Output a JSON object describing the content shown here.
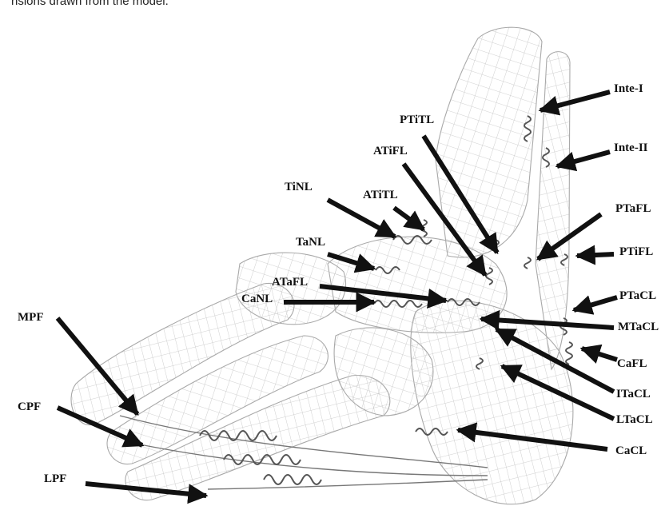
{
  "caption": "nsions drawn from the model.",
  "labels": {
    "inte_i": "Inte-I",
    "inte_ii": "Inte-II",
    "ptitl": "PTiTL",
    "atifl": "ATiFL",
    "tinl": "TiNL",
    "atitl": "ATiTL",
    "tanl": "TaNL",
    "ptafl": "PTaFL",
    "ptifl": "PTiFL",
    "atafl": "ATaFL",
    "ptacl": "PTaCL",
    "canl": "CaNL",
    "mtacl": "MTaCL",
    "mpf": "MPF",
    "cafl": "CaFL",
    "itacl": "ITaCL",
    "cpf": "CPF",
    "ltacl": "LTaCL",
    "cacl": "CaCL",
    "lpf": "LPF"
  },
  "colors": {
    "wireframe": "#b8b8b8",
    "arrow": "#111111",
    "spring": "#555555"
  }
}
